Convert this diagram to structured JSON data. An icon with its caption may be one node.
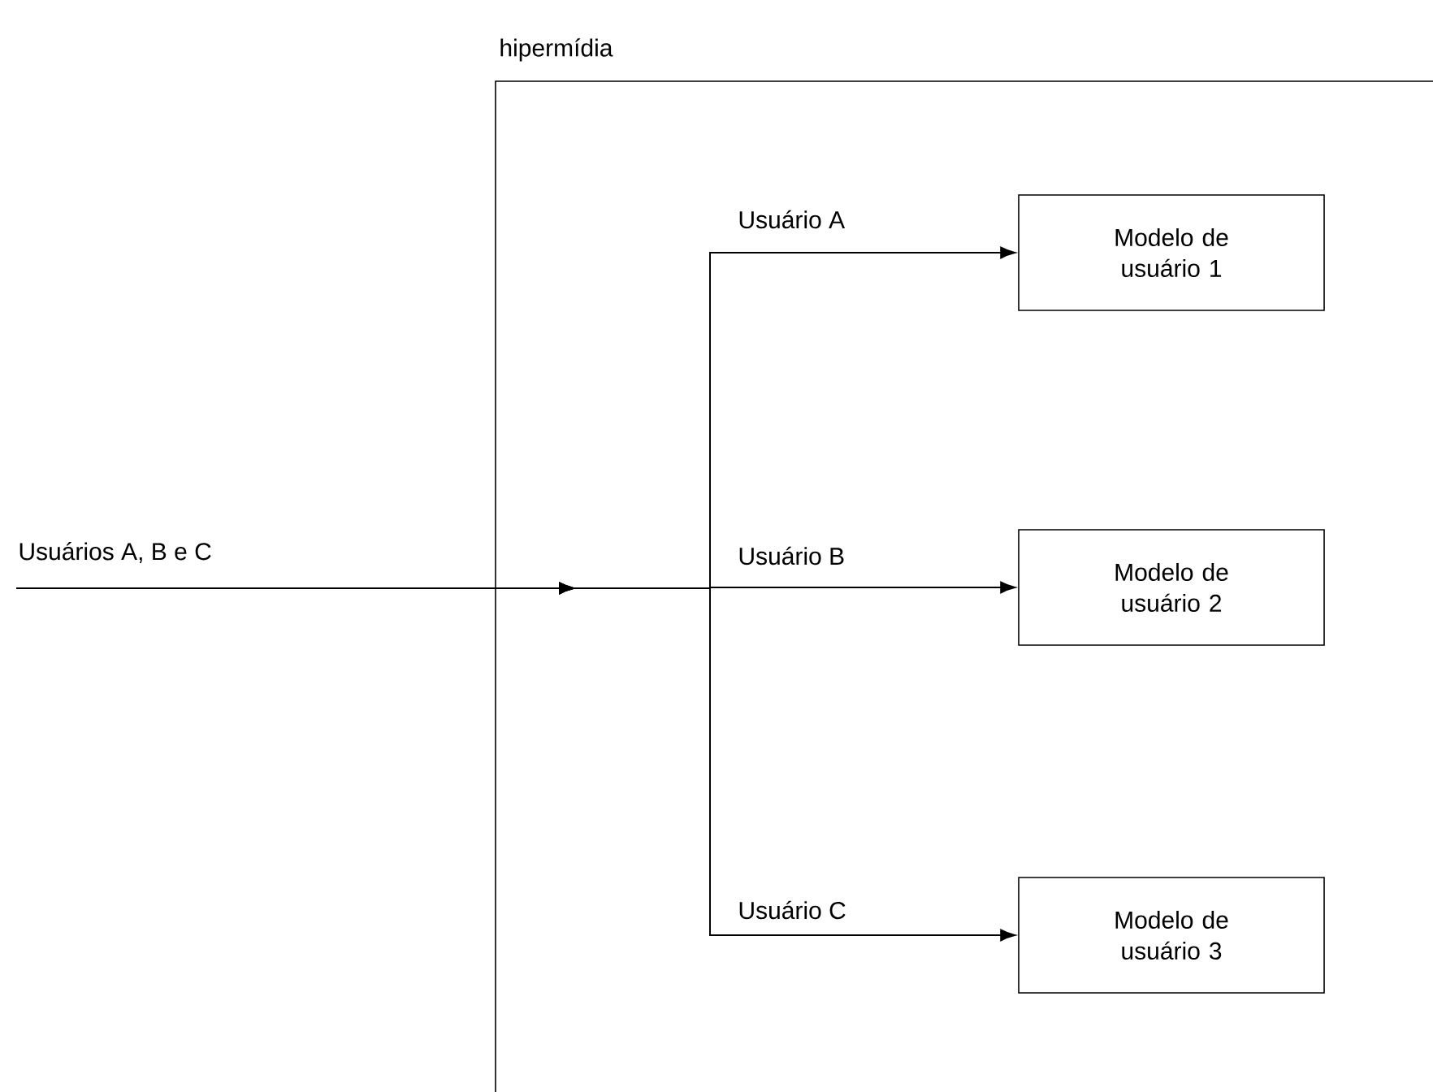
{
  "diagram": {
    "nodes": [
      {
        "text": [
          "hipermídia"
        ]
      },
      {
        "text": [
          "Modelo de usuário 1"
        ],
        "in": 0
      },
      {
        "text": [
          "Modelo de usuário 2"
        ],
        "in": 0
      },
      {
        "text": [
          "Modelo de usuário 3"
        ],
        "in": 0
      }
    ],
    "edges": [
      {
        "from": null,
        "to": 1,
        "arrow": "to",
        "label": "Usuário A"
      },
      {
        "from": null,
        "to": 2,
        "arrow": "to",
        "label": "Usuário B"
      },
      {
        "from": null,
        "to": 3,
        "arrow": "to",
        "label": "Usuário C"
      }
    ],
    "labels": [
      "Usuários A, B e C"
    ]
  }
}
